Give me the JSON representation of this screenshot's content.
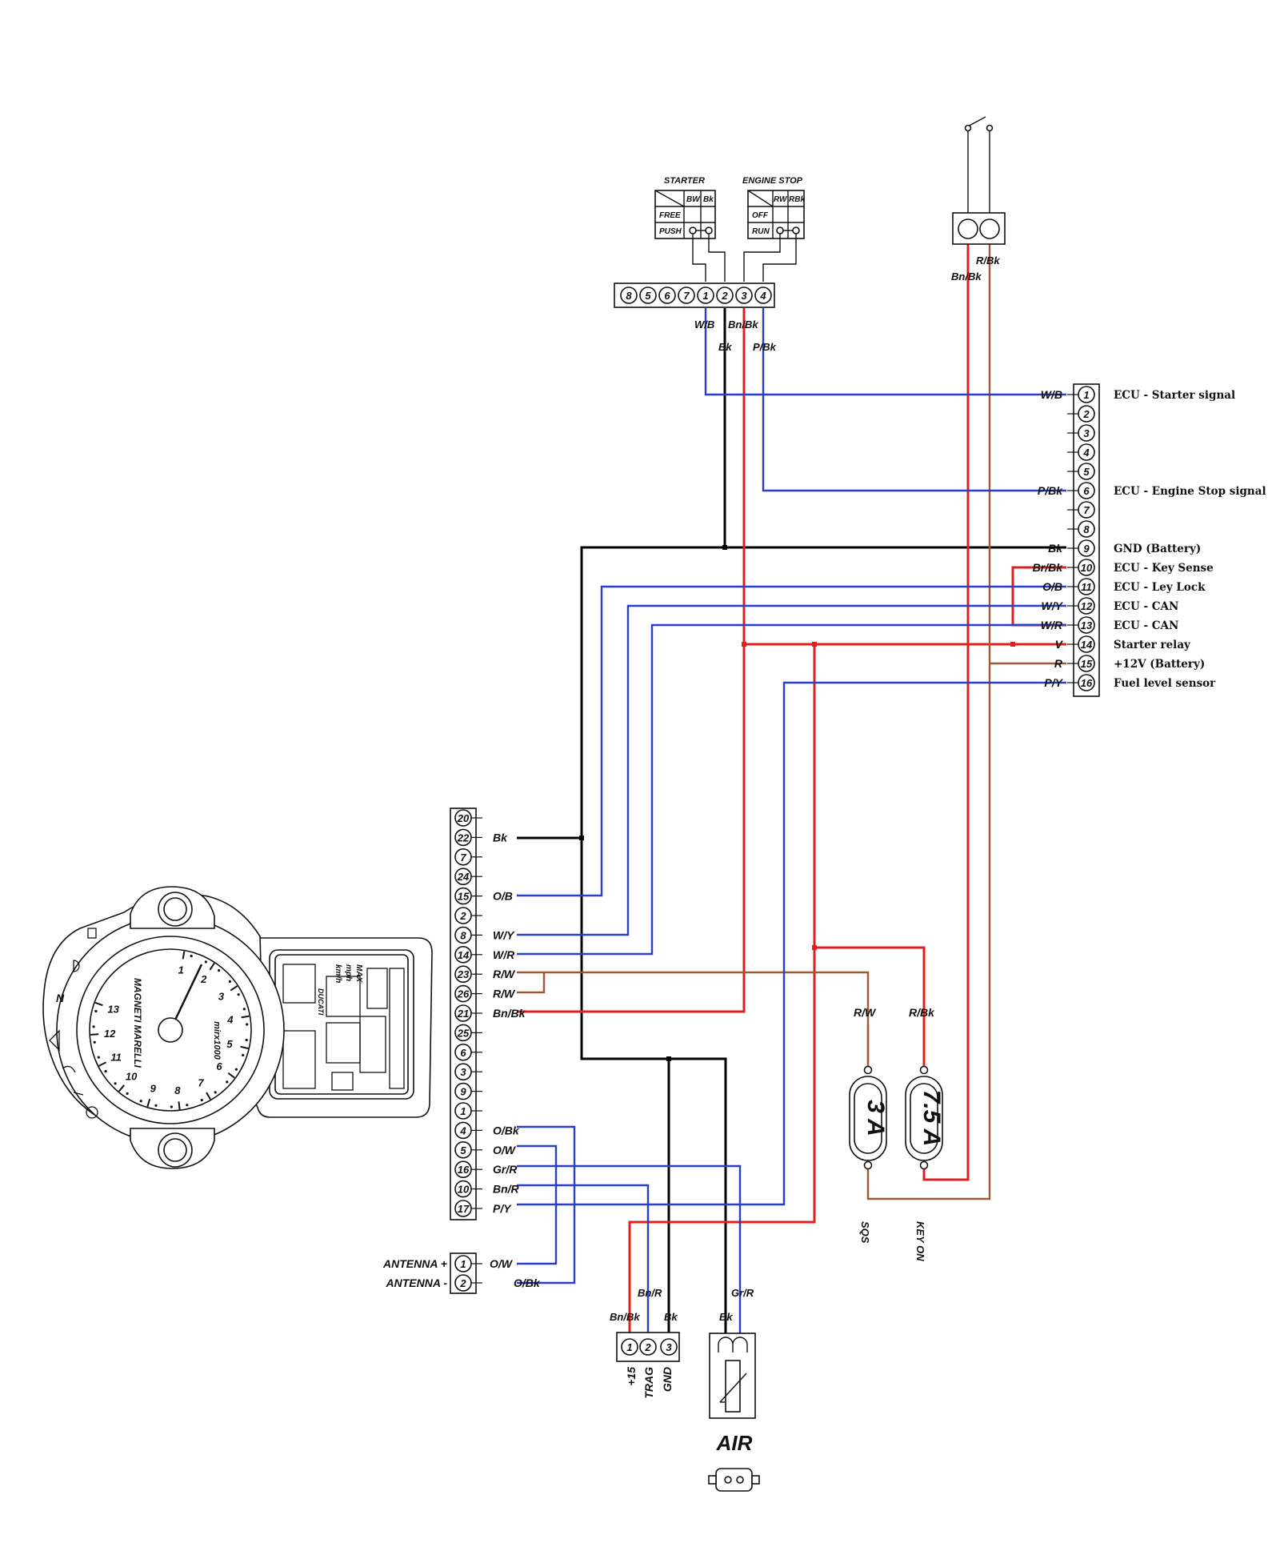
{
  "switches": {
    "starter": {
      "title": "STARTER",
      "cols": [
        "BW",
        "Bk"
      ],
      "rows": [
        "FREE",
        "PUSH"
      ]
    },
    "engine_stop": {
      "title": "ENGINE STOP",
      "cols": [
        "RW",
        "RBk"
      ],
      "rows": [
        "OFF",
        "RUN"
      ]
    }
  },
  "handlebar_connector": {
    "pins": [
      "8",
      "5",
      "6",
      "7",
      "1",
      "2",
      "3",
      "4"
    ],
    "wire_labels": [
      "W/B",
      "Bk",
      "Bn/Bk",
      "P/Bk"
    ]
  },
  "key_switch": {
    "wire_labels": [
      "R/Bk",
      "Bn/Bk"
    ]
  },
  "ecu_connector": {
    "pins": [
      {
        "num": "1",
        "wire": "W/B",
        "desc": "ECU - Starter signal"
      },
      {
        "num": "2",
        "wire": "",
        "desc": ""
      },
      {
        "num": "3",
        "wire": "",
        "desc": ""
      },
      {
        "num": "4",
        "wire": "",
        "desc": ""
      },
      {
        "num": "5",
        "wire": "",
        "desc": ""
      },
      {
        "num": "6",
        "wire": "P/Bk",
        "desc": "ECU - Engine Stop signal"
      },
      {
        "num": "7",
        "wire": "",
        "desc": ""
      },
      {
        "num": "8",
        "wire": "",
        "desc": ""
      },
      {
        "num": "9",
        "wire": "Bk",
        "desc": "GND (Battery)"
      },
      {
        "num": "10",
        "wire": "Br/Bk",
        "desc": "ECU - Key Sense"
      },
      {
        "num": "11",
        "wire": "O/B",
        "desc": "ECU - Ley Lock"
      },
      {
        "num": "12",
        "wire": "W/Y",
        "desc": "ECU - CAN"
      },
      {
        "num": "13",
        "wire": "W/R",
        "desc": "ECU - CAN"
      },
      {
        "num": "14",
        "wire": "V",
        "desc": "Starter relay"
      },
      {
        "num": "15",
        "wire": "R",
        "desc": "+12V (Battery)"
      },
      {
        "num": "16",
        "wire": "P/Y",
        "desc": "Fuel level sensor"
      }
    ]
  },
  "dash_connector": {
    "pins": [
      {
        "num": "20",
        "wire": ""
      },
      {
        "num": "22",
        "wire": "Bk"
      },
      {
        "num": "7",
        "wire": ""
      },
      {
        "num": "24",
        "wire": ""
      },
      {
        "num": "15",
        "wire": "O/B"
      },
      {
        "num": "2",
        "wire": ""
      },
      {
        "num": "8",
        "wire": "W/Y"
      },
      {
        "num": "14",
        "wire": "W/R"
      },
      {
        "num": "23",
        "wire": "R/W"
      },
      {
        "num": "26",
        "wire": "R/W"
      },
      {
        "num": "21",
        "wire": "Bn/Bk"
      },
      {
        "num": "25",
        "wire": ""
      },
      {
        "num": "6",
        "wire": ""
      },
      {
        "num": "3",
        "wire": ""
      },
      {
        "num": "9",
        "wire": ""
      },
      {
        "num": "1",
        "wire": ""
      },
      {
        "num": "4",
        "wire": "O/Bk"
      },
      {
        "num": "5",
        "wire": "O/W"
      },
      {
        "num": "16",
        "wire": "Gr/R"
      },
      {
        "num": "10",
        "wire": "Bn/R"
      },
      {
        "num": "17",
        "wire": "P/Y"
      }
    ]
  },
  "antenna_connector": {
    "pins": [
      {
        "num": "1",
        "wire": "O/W",
        "name": "ANTENNA +"
      },
      {
        "num": "2",
        "wire": "O/Bk",
        "name": "ANTENNA -"
      }
    ]
  },
  "fuses": [
    {
      "rating": "3 A",
      "wire": "R/W",
      "feed": "SQS"
    },
    {
      "rating": "7.5 A",
      "wire": "R/Bk",
      "feed": "KEY ON"
    }
  ],
  "diag_connector": {
    "pins": [
      "1",
      "2",
      "3"
    ],
    "wire_labels": [
      "Bn/Bk",
      "Bn/R",
      "Bk"
    ],
    "signals": [
      "+15",
      "TRAG",
      "GND"
    ]
  },
  "air_sensor": {
    "title": "AIR",
    "wire_labels": [
      "Bk",
      "Gr/R"
    ]
  },
  "instrument": {
    "brand": "MAGNETI MARELLI",
    "model": "mirx1000",
    "ducati": "DUCATI",
    "tach_ticks": [
      "1",
      "2",
      "3",
      "4",
      "5",
      "6",
      "7",
      "8",
      "9",
      "10",
      "11",
      "12",
      "13"
    ],
    "lcd_units": [
      "km/h",
      "mph",
      "MAX"
    ],
    "n_label": "N"
  },
  "colors": {
    "black": "#000000",
    "red": "#e02020",
    "blue": "#2a3fc8",
    "brown": "#9c5a34"
  }
}
